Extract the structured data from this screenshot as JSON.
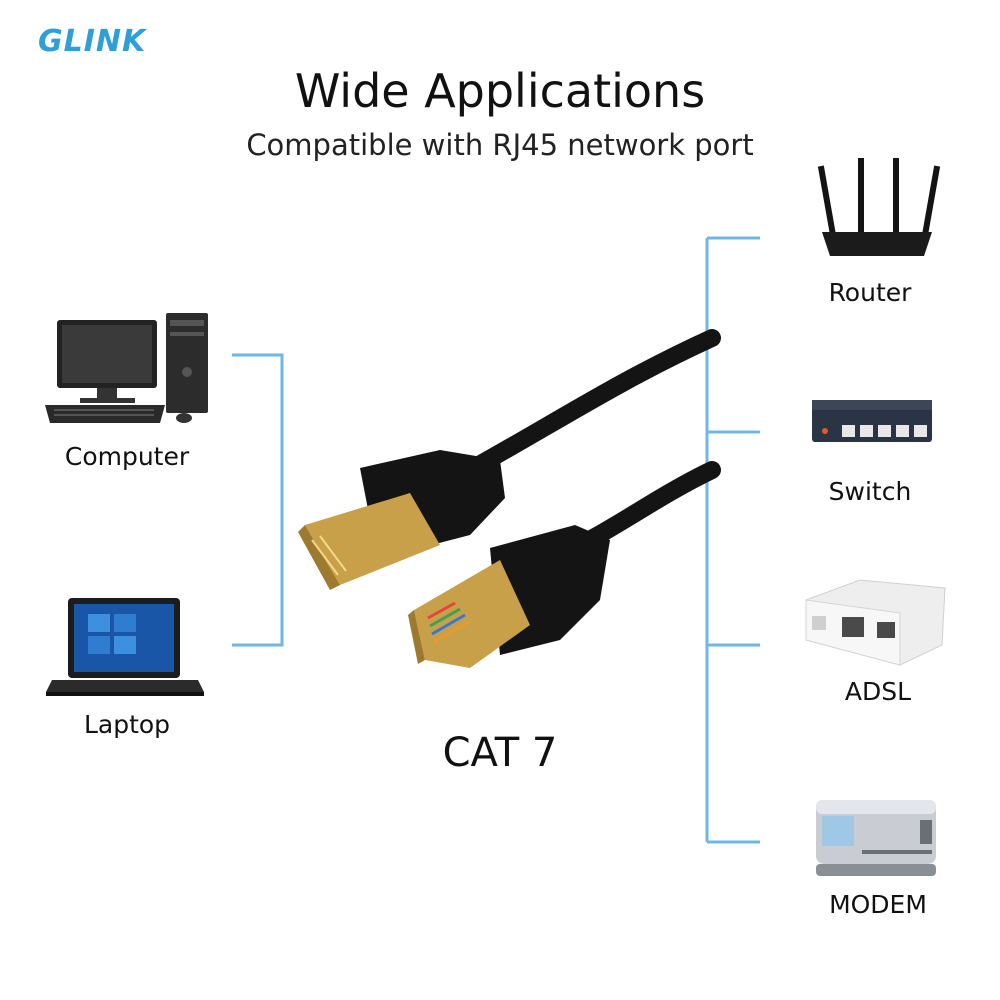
{
  "brand": {
    "logo_text": "GLINK",
    "accent": "#2f9fd8"
  },
  "header": {
    "title": "Wide Applications",
    "subtitle": "Compatible with RJ45 network port"
  },
  "cable": {
    "label": "CAT 7"
  },
  "devices_left": [
    {
      "label": "Computer",
      "icon": "desktop-computer-icon"
    },
    {
      "label": "Laptop",
      "icon": "laptop-icon"
    }
  ],
  "devices_right": [
    {
      "label": "Router",
      "icon": "router-icon"
    },
    {
      "label": "Switch",
      "icon": "network-switch-icon"
    },
    {
      "label": "ADSL",
      "icon": "adsl-splitter-icon"
    },
    {
      "label": "MODEM",
      "icon": "modem-icon"
    }
  ],
  "colors": {
    "connector_lines": "#6fb8e6",
    "cable": "#141414",
    "gold": "#c9a04a"
  }
}
